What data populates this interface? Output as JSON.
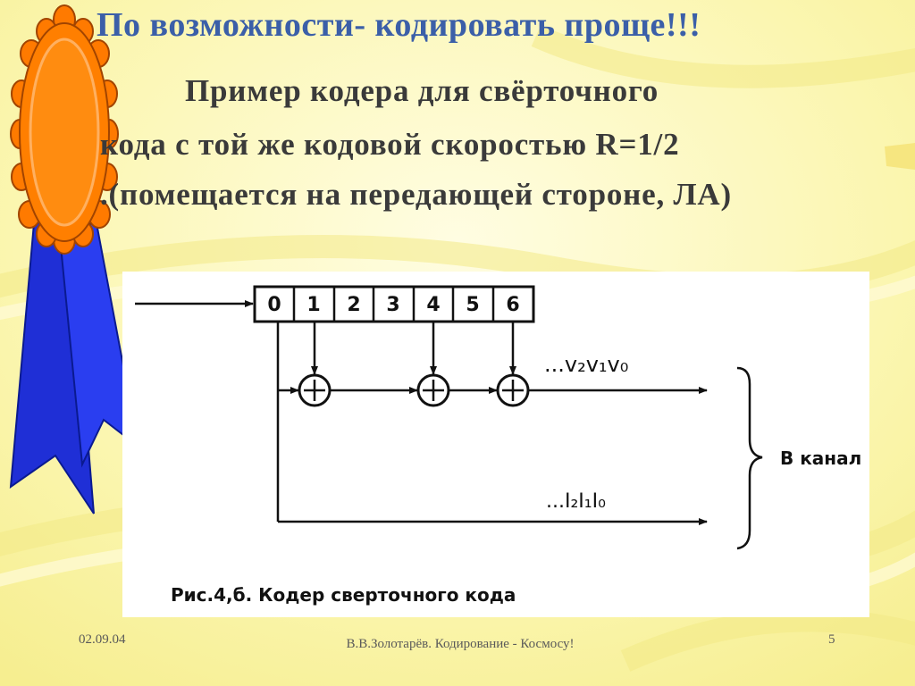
{
  "slide": {
    "title": "По  возможности- кодировать проще!!!",
    "subtitle_lines": [
      "Пример  кодера   для   свёрточного",
      "кода  с  той же  кодовой скоростью R=1/2",
      ".(помещается на передающей стороне, ЛА)"
    ]
  },
  "figure": {
    "register_cells": [
      "0",
      "1",
      "2",
      "3",
      "4",
      "5",
      "6"
    ],
    "adder_symbol": "+",
    "output_v": "...v₂v₁v₀",
    "output_i": "...I₂I₁I₀",
    "channel_label": "В канал",
    "caption": "Рис.4,б. Кодер сверточного кода"
  },
  "footer": {
    "date": "02.09.04",
    "author": "В.В.Золотарёв.  Кодирование - Космосу!",
    "page": "5"
  },
  "colors": {
    "background": "#fbf7b8",
    "title": "#3b5fa8",
    "text": "#3a3a3a",
    "ribbon_blue": "#1f2fd6",
    "medal_orange": "#ff7a00"
  }
}
